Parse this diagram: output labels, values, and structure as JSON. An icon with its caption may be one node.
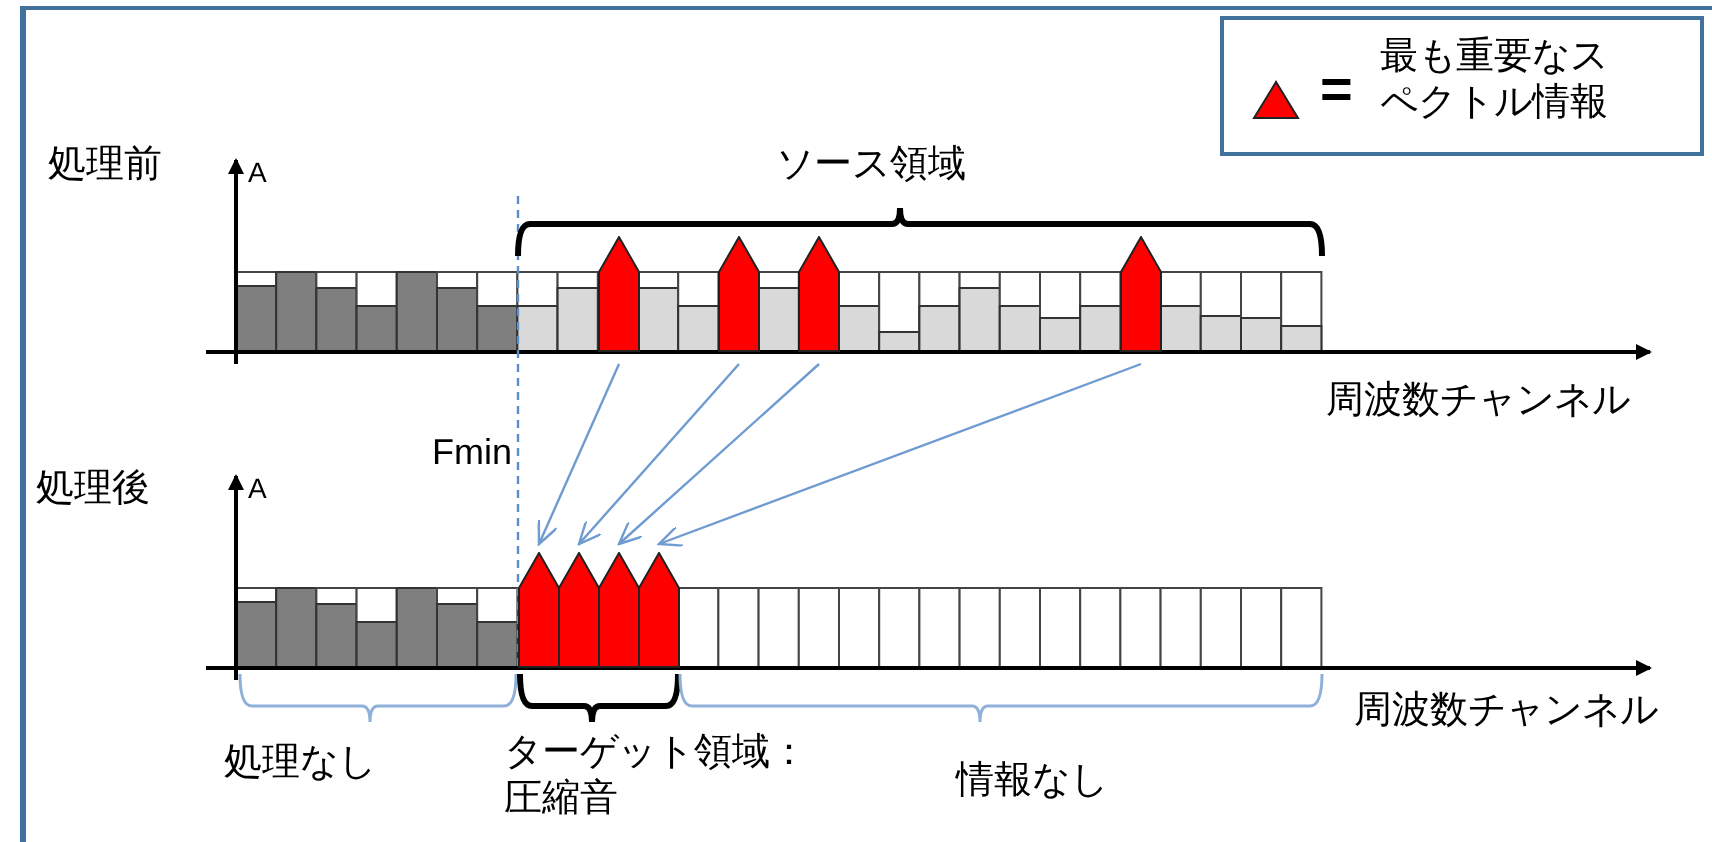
{
  "diagram": {
    "nodes": [
      {
        "text": [],
        "shape": "bar"
      },
      {
        "text": [],
        "shape": "bar"
      },
      {
        "text": [],
        "shape": "bar"
      },
      {
        "text": [],
        "shape": "bar"
      },
      {
        "text": [],
        "shape": "bar"
      },
      {
        "text": [],
        "shape": "bar"
      },
      {
        "text": [],
        "shape": "bar"
      },
      {
        "text": [],
        "shape": "bar"
      }
    ],
    "edges": [
      {
        "from": 0,
        "to": 4,
        "arrow": "to"
      },
      {
        "from": 1,
        "to": 5,
        "arrow": "to"
      },
      {
        "from": 2,
        "to": 6,
        "arrow": "to"
      },
      {
        "from": 3,
        "to": 7,
        "arrow": "to"
      }
    ],
    "labels": [
      "=",
      "処理前",
      "A",
      "ソース領域",
      "周波数チャンネル",
      "Fmin",
      "処理後",
      "A",
      "処理なし",
      "ターゲット領域：圧縮音",
      "情報なし",
      "周波数チャンネル"
    ],
    "legend": [
      {
        "text": "最も重要なスペクトル情報"
      }
    ]
  }
}
